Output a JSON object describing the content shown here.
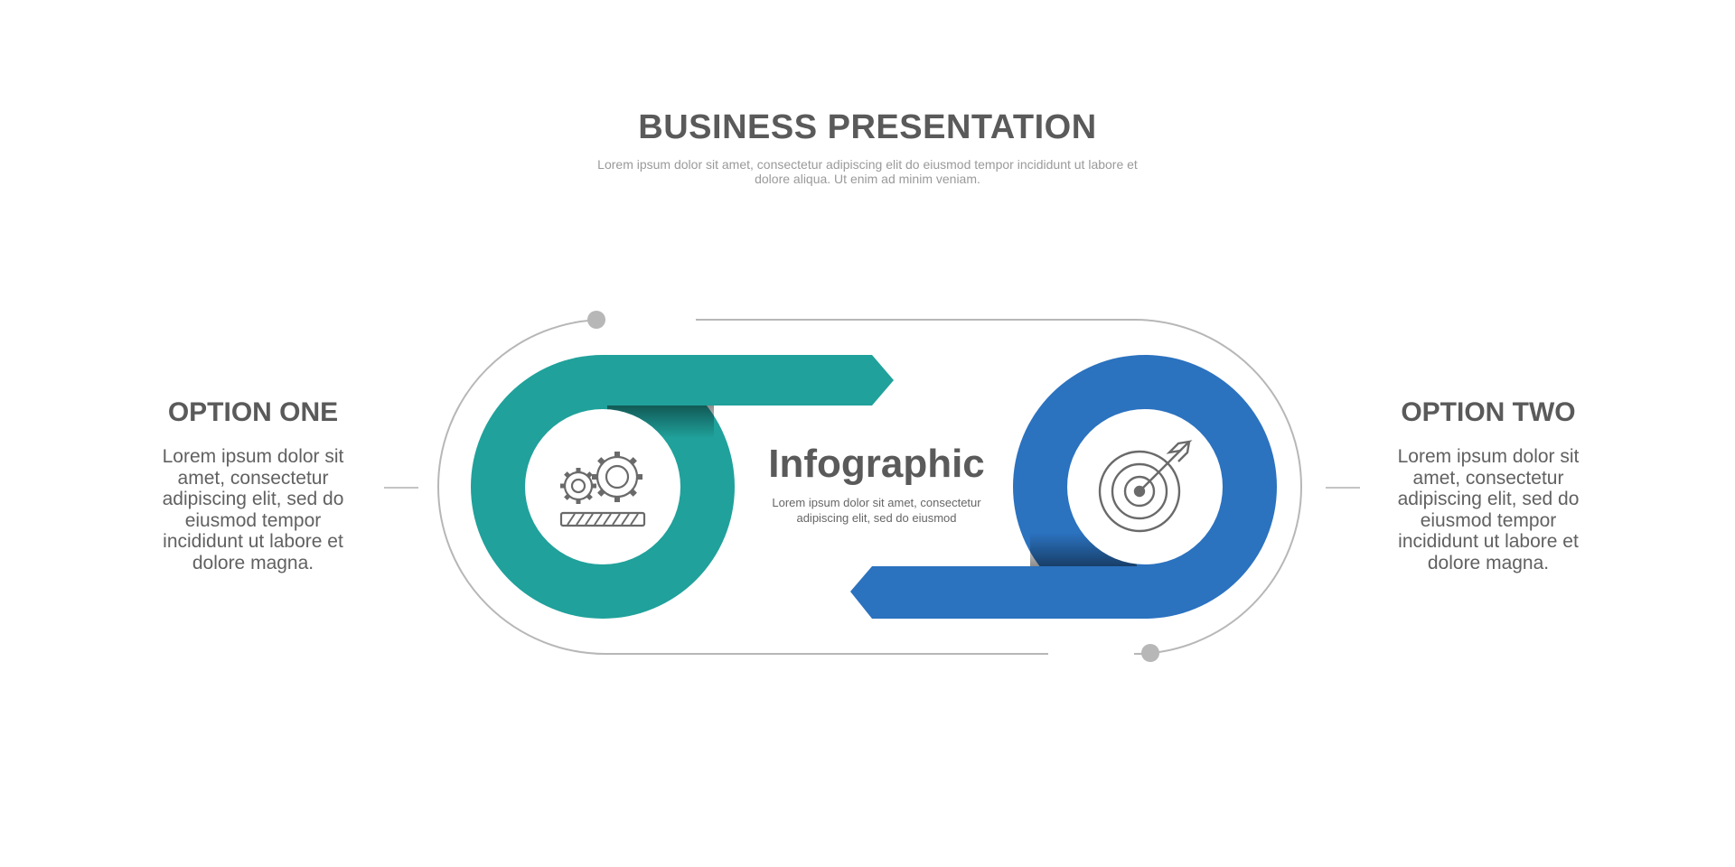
{
  "header": {
    "title": "BUSINESS PRESENTATION",
    "subtitle": "Lorem ipsum dolor sit amet, consectetur adipiscing elit do eiusmod tempor incididunt ut labore et dolore aliqua. Ut enim ad minim veniam."
  },
  "center": {
    "title": "Infographic",
    "text": "Lorem ipsum dolor sit amet, consectetur adipiscing elit, sed do eiusmod"
  },
  "options": [
    {
      "title": "OPTION ONE",
      "text": "Lorem ipsum dolor sit amet, consectetur adipiscing elit, sed do eiusmod tempor incididunt ut labore et dolore magna.",
      "icon": "gears-icon",
      "color": "#20a19b"
    },
    {
      "title": "OPTION TWO",
      "text": "Lorem ipsum dolor sit amet, consectetur adipiscing elit, sed do eiusmod tempor incididunt ut labore et dolore magna.",
      "icon": "target-arrow-icon",
      "color": "#2b72bf"
    }
  ],
  "colors": {
    "outline": "#b7b7b7",
    "text_dark": "#5a5a5a",
    "text_muted": "#9a9a9a"
  }
}
